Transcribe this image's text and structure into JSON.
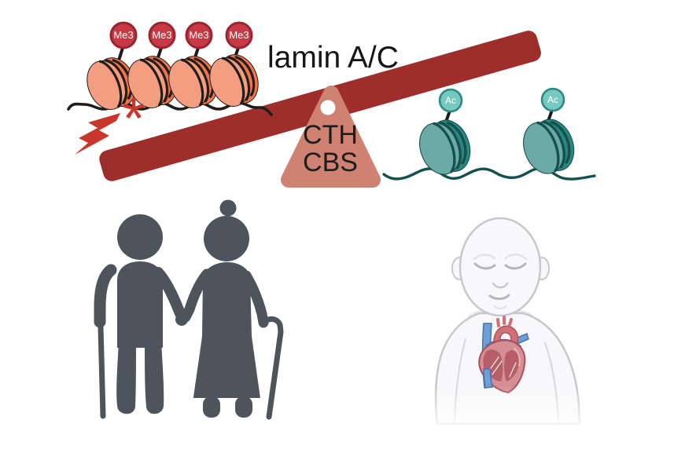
{
  "figure": {
    "background": "#ffffff",
    "seesaw": {
      "beam_label": "lamin A/C",
      "beam_color": "#9d2e2a",
      "fulcrum": {
        "line1": "CTH",
        "line2": "CBS",
        "fill": "#cf8172"
      },
      "left": {
        "side": "down",
        "mark_labels": [
          "Me3",
          "Me3",
          "Me3",
          "Me3"
        ],
        "mark_fill": "#c73945",
        "mark_ring": "#9a2430",
        "histone_color": "#f0744b",
        "dna_color": "#231d1a",
        "damage_marker": "*",
        "damage_color": "#c9372c",
        "damage_icon": "lightning-bolt-icon"
      },
      "right": {
        "side": "up",
        "mark_labels": [
          "Ac",
          "Ac"
        ],
        "mark_fill": "#76c8c0",
        "mark_ring": "#2e8a85",
        "histone_color": "#2b8680",
        "dna_color": "#14504d"
      }
    },
    "elderly_couple": {
      "icon": "elderly-couple-icon",
      "silhouette_color": "#4d545b"
    },
    "infant": {
      "icon": "infant-with-heart-icon",
      "skin_fill": "#f8f8fa",
      "outline_color": "#c7c8ce",
      "heart_red": "#d68e95",
      "heart_blue": "#6f9fd9"
    }
  }
}
